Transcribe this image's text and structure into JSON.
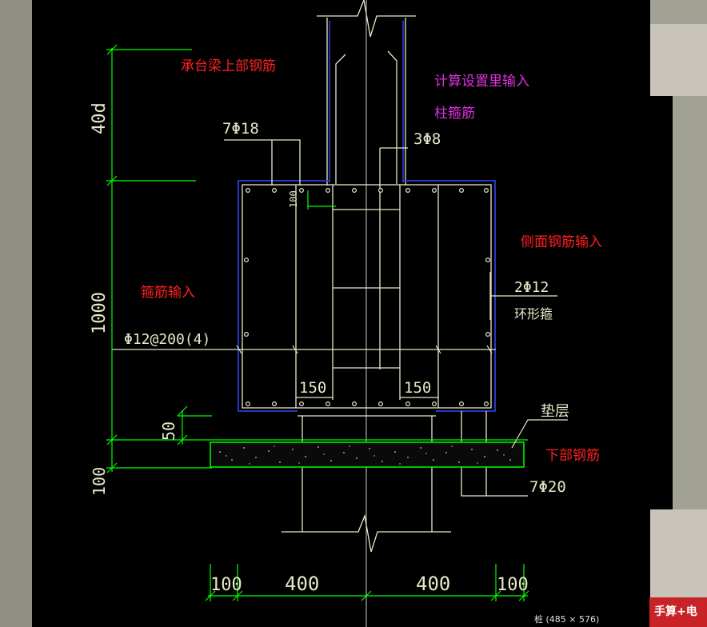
{
  "caption": "桩 (485 × 576)",
  "corner_button": "手算+电",
  "colors": {
    "dim": "#00ff00",
    "line": "#e8e8c8",
    "note_red": "#ff2020",
    "note_magenta": "#e030e0",
    "border_blue": "#2a3fd8"
  },
  "notes": {
    "top_rebar": "承台梁上部钢筋",
    "calc_settings": "计算设置里输入",
    "column_stirrup": "柱箍筋",
    "side_rebar": "侧面钢筋输入",
    "stirrup_input": "箍筋输入",
    "bottom_rebar": "下部钢筋"
  },
  "labels": {
    "top_bars": "7Φ18",
    "col_stirrup": "3Φ8",
    "side_bars": "2Φ12",
    "side_bars_note": "环形箍",
    "stirrup": "Φ12@200(4)",
    "bottom_bars": "7Φ20",
    "cushion": "垫层",
    "inner_150_left": "150",
    "inner_150_right": "150",
    "cover_100": "100"
  },
  "dims": {
    "d40": "40d",
    "d1000": "1000",
    "d50": "50",
    "d100_left": "100",
    "b100_left": "100",
    "b400_left": "400",
    "b400_right": "400",
    "b100_right": "100"
  }
}
